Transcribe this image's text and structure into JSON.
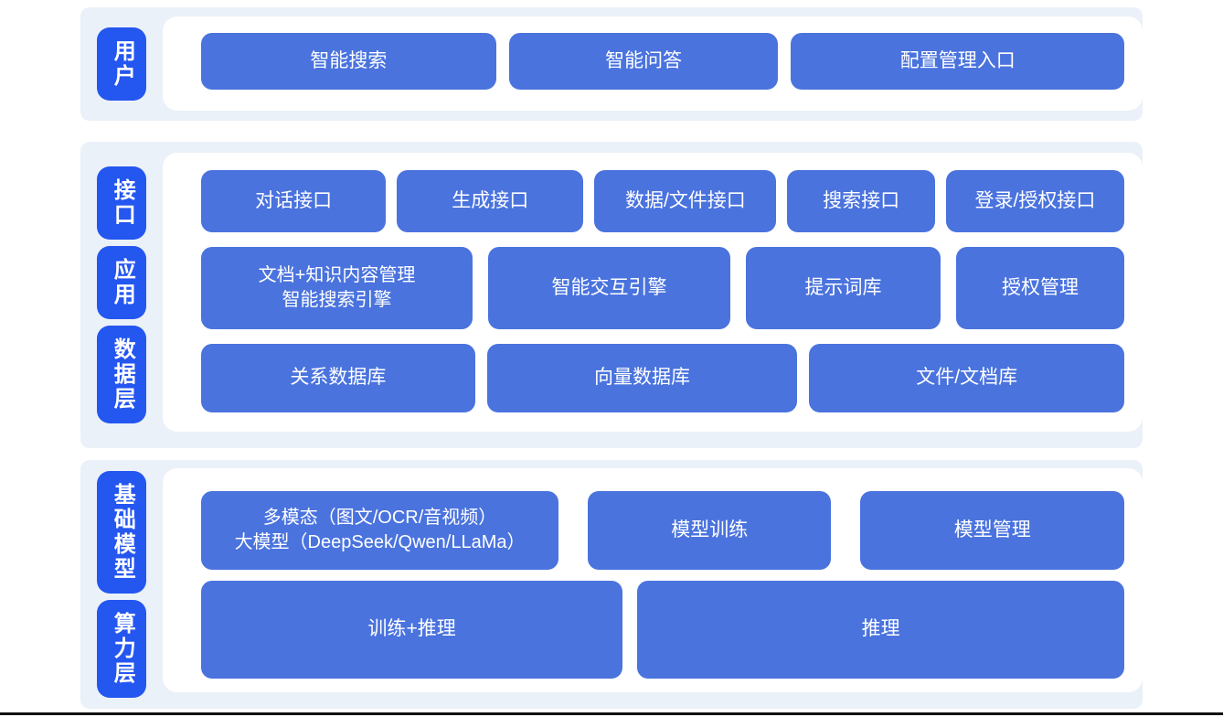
{
  "colors": {
    "page_bg": "#ffffff",
    "section_bg": "#ebf1f8",
    "pill_bg": "#2456f0",
    "node_bg": "#4a73de",
    "text_color": "#ffffff",
    "bottom_rule": "#111111"
  },
  "sections": [
    {
      "name": "user-layer",
      "labels": [
        {
          "text": "用户"
        }
      ],
      "rows": [
        {
          "buttons": [
            {
              "label": "智能搜索"
            },
            {
              "label": "智能问答"
            },
            {
              "label": "配置管理入口"
            }
          ]
        }
      ]
    },
    {
      "name": "interface-application-data-layers",
      "labels": [
        {
          "text": "接口"
        },
        {
          "text": "应用"
        },
        {
          "text": "数据层"
        }
      ],
      "rows": [
        {
          "buttons": [
            {
              "label": "对话接口"
            },
            {
              "label": "生成接口"
            },
            {
              "label": "数据/文件接口"
            },
            {
              "label": "搜索接口"
            },
            {
              "label": "登录/授权接口"
            }
          ]
        },
        {
          "buttons": [
            {
              "label": "文档+知识内容管理",
              "label2": "智能搜索引擎"
            },
            {
              "label": "智能交互引擎"
            },
            {
              "label": "提示词库"
            },
            {
              "label": "授权管理"
            }
          ]
        },
        {
          "buttons": [
            {
              "label": "关系数据库"
            },
            {
              "label": "向量数据库"
            },
            {
              "label": "文件/文档库"
            }
          ]
        }
      ]
    },
    {
      "name": "foundation-model-compute-layers",
      "labels": [
        {
          "text": "基础模型"
        },
        {
          "text": "算力层"
        }
      ],
      "rows": [
        {
          "buttons": [
            {
              "label": "多模态（图文/OCR/音视频）",
              "label2": "大模型（DeepSeek/Qwen/LLaMa）"
            },
            {
              "label": "模型训练"
            },
            {
              "label": "模型管理"
            }
          ]
        },
        {
          "buttons": [
            {
              "label": "训练+推理"
            },
            {
              "label": "推理"
            }
          ]
        }
      ]
    }
  ]
}
